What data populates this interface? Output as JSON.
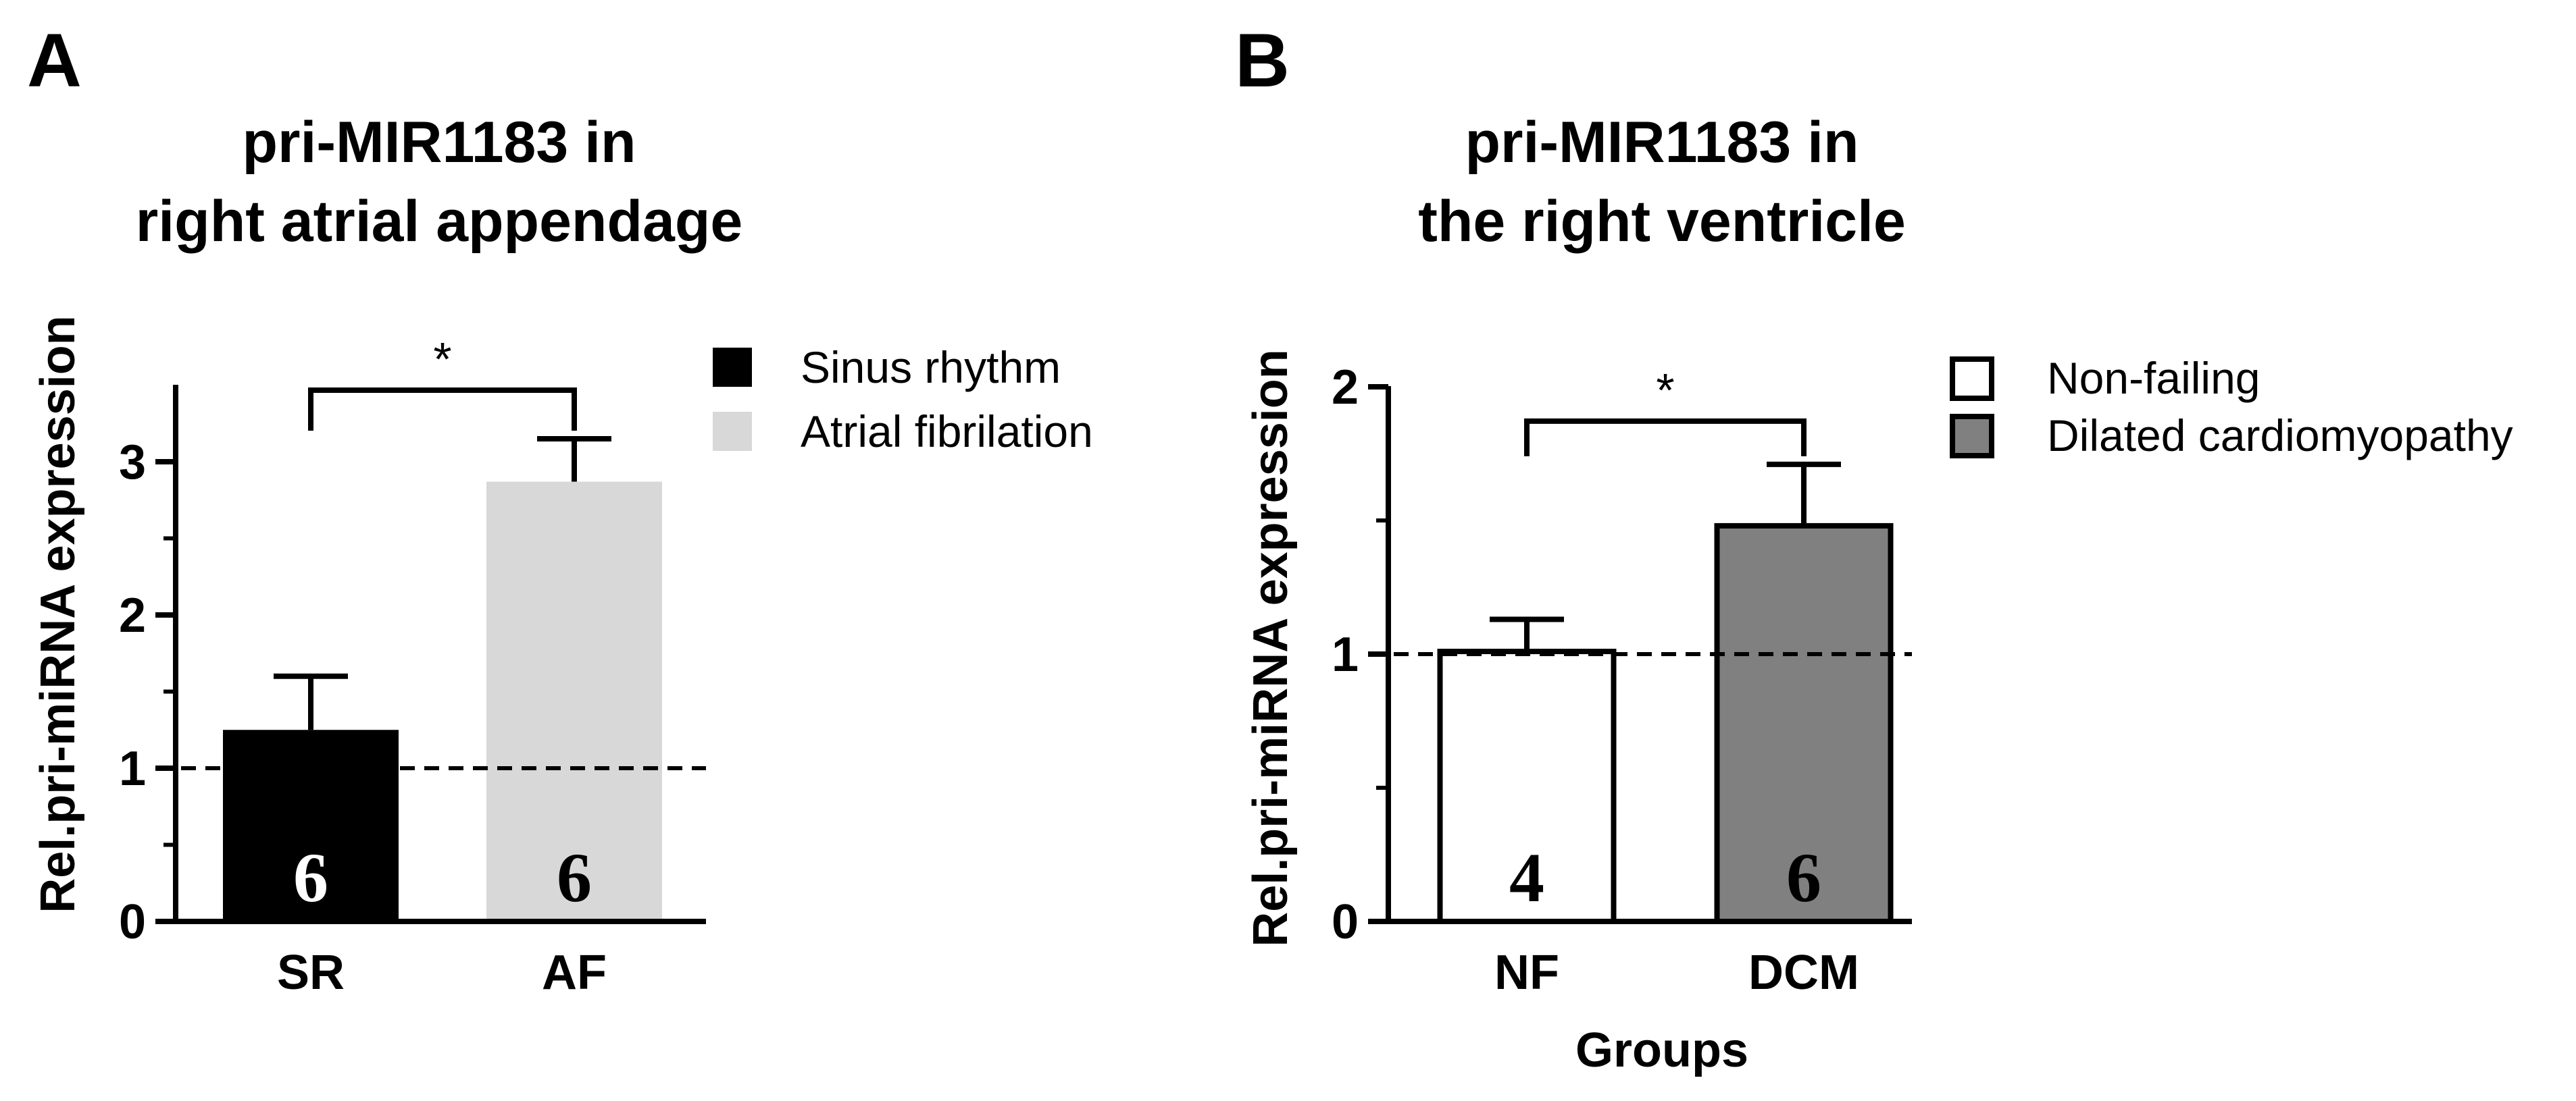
{
  "chart_data": [
    {
      "type": "bar",
      "panel_label": "A",
      "title_lines": [
        "pri-MIR1183 in",
        "right atrial appendage"
      ],
      "ylabel": "Rel.pri-miRNA expression",
      "xlabel": "",
      "categories": [
        "SR",
        "AF"
      ],
      "values": [
        1.25,
        2.87
      ],
      "errors": [
        0.35,
        0.28
      ],
      "n_labels": [
        "6",
        "6"
      ],
      "yticks": [
        0,
        1,
        2,
        3
      ],
      "ylim": [
        0,
        3.5
      ],
      "reference_line": 1,
      "significance": "*",
      "legend": [
        "Sinus rhythm",
        "Atrial fibrilation"
      ],
      "legend_position": "right",
      "colors": [
        "#000000",
        "#d8d8d8"
      ],
      "bar_outline": false,
      "grid": false
    },
    {
      "type": "bar",
      "panel_label": "B",
      "title_lines": [
        "pri-MIR1183 in",
        "the right ventricle"
      ],
      "ylabel": "Rel.pri-miRNA expression",
      "xlabel": "Groups",
      "categories": [
        "NF",
        "DCM"
      ],
      "values": [
        1.01,
        1.48
      ],
      "errors": [
        0.12,
        0.23
      ],
      "n_labels": [
        "4",
        "6"
      ],
      "yticks": [
        0,
        1,
        2
      ],
      "ylim": [
        0,
        2
      ],
      "reference_line": 1,
      "significance": "*",
      "legend": [
        "Non-failing",
        "Dilated cardiomyopathy"
      ],
      "legend_position": "right",
      "colors": [
        "#ffffff",
        "#808080"
      ],
      "bar_outline": true,
      "grid": false
    }
  ]
}
